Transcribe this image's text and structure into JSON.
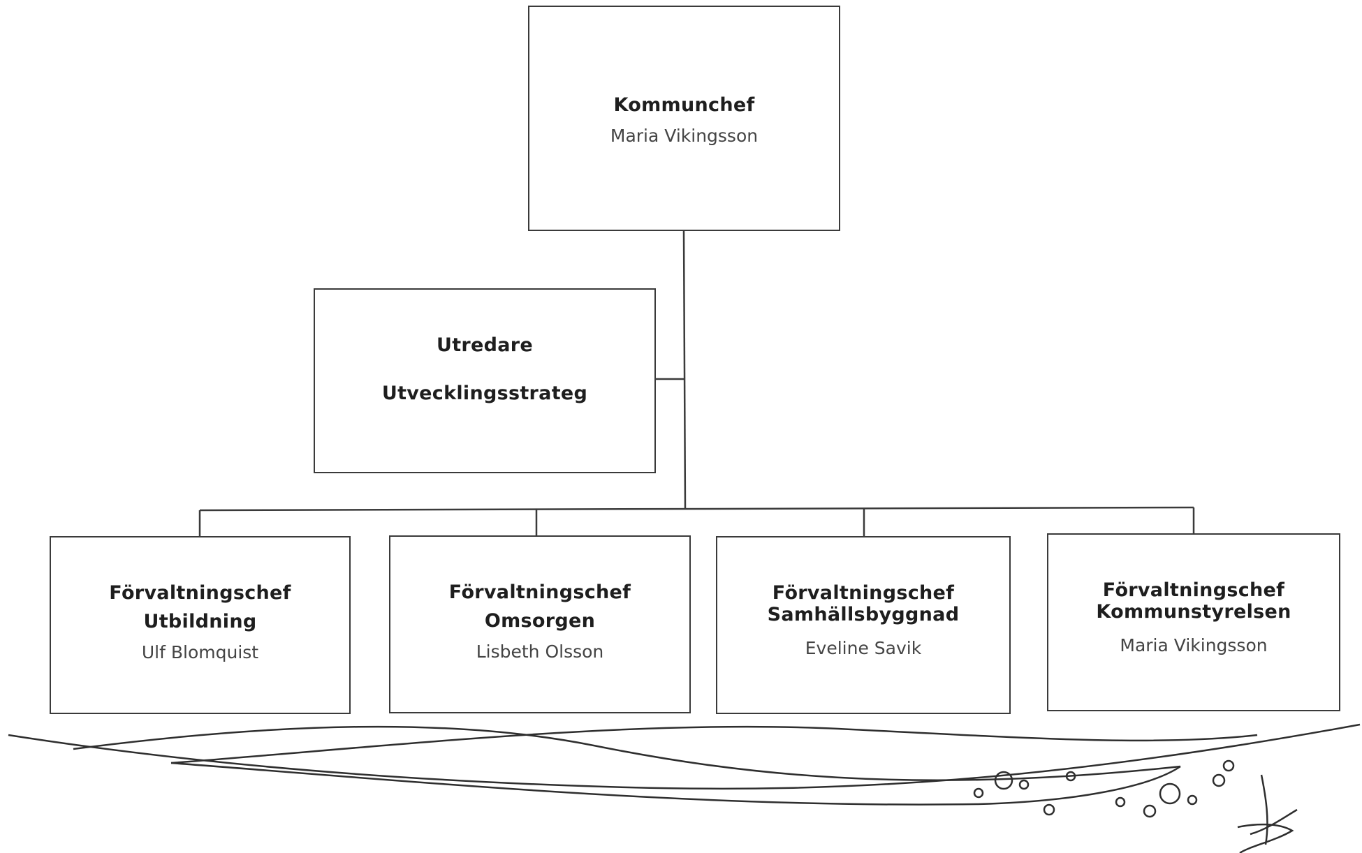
{
  "org_chart": {
    "top": {
      "title": "Kommunchef",
      "name": "Maria Vikingsson"
    },
    "staff": {
      "line1": "Utredare",
      "line2": "Utvecklingsstrateg"
    },
    "departments": [
      {
        "title": "Förvaltningschef",
        "unit": "Utbildning",
        "name": "Ulf Blomquist"
      },
      {
        "title": "Förvaltningschef",
        "unit": "Omsorgen",
        "name": "Lisbeth Olsson"
      },
      {
        "title": "Förvaltningschef",
        "unit": "Samhällsbyggnad",
        "name": "Eveline Savik"
      },
      {
        "title": "Förvaltningschef",
        "unit": "Kommunstyrelsen",
        "name": "Maria Vikingsson"
      }
    ]
  },
  "decor": {
    "stroke_color": "#2e2e2e",
    "box_border_color": "#3a3a3a"
  }
}
